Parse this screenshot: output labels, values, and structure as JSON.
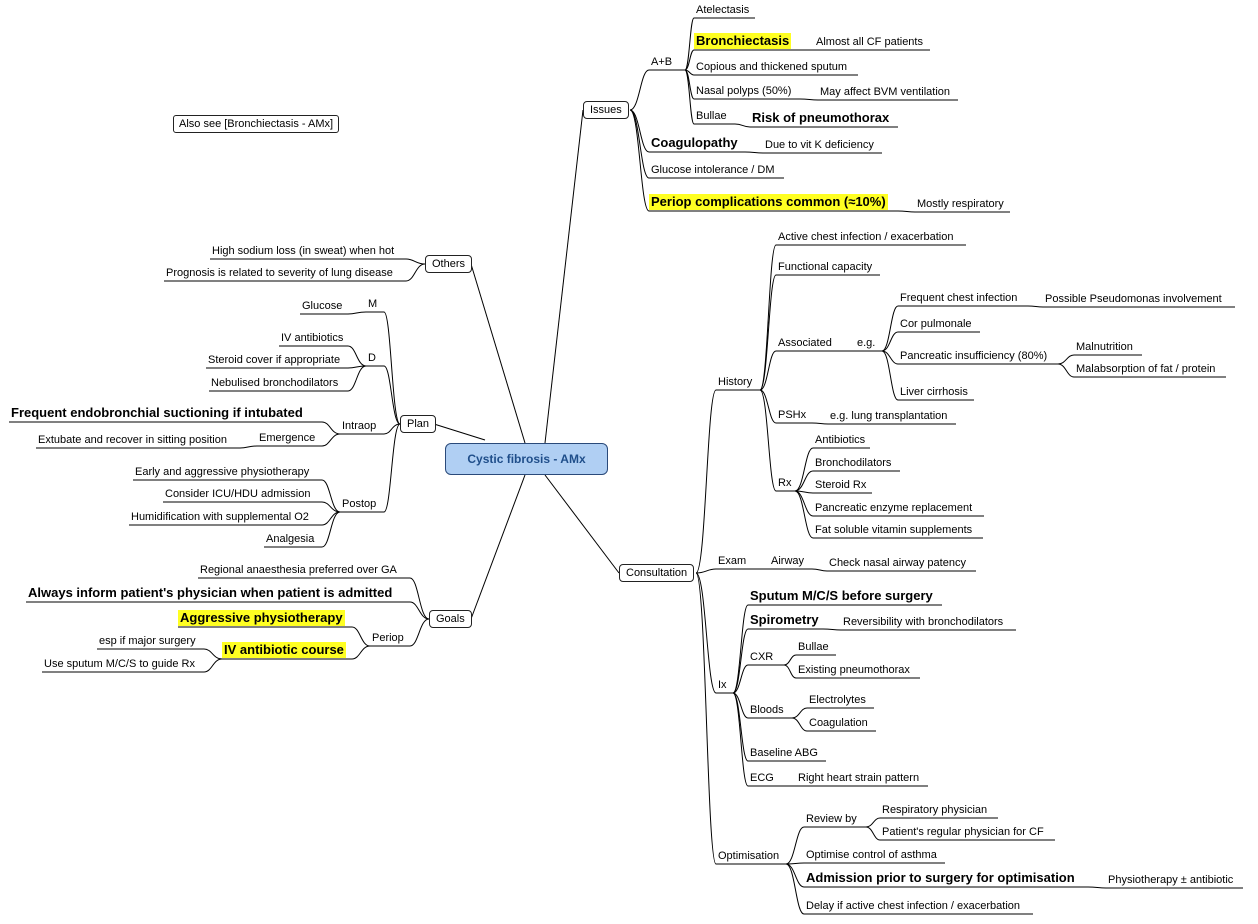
{
  "center": "Cystic fibrosis - AMx",
  "note": "Also see [Bronchiectasis - AMx]",
  "nodes": {
    "issues": "Issues",
    "ab": "A+B",
    "atelectasis": "Atelectasis",
    "bronchiectasis": "Bronchiectasis",
    "almost_all": "Almost all CF patients",
    "sputum": "Copious and thickened sputum",
    "polyps": "Nasal polyps (50%)",
    "bvm": "May affect BVM ventilation",
    "bullae": "Bullae",
    "pneumo_risk": "Risk of pneumothorax",
    "coagulopathy": "Coagulopathy",
    "vitk": "Due to vit K deficiency",
    "glucose_int": "Glucose intolerance / DM",
    "periop_comp": "Periop complications common (≈10%)",
    "mostly_resp": "Mostly respiratory",
    "consultation": "Consultation",
    "history": "History",
    "active_infection": "Active chest infection / exacerbation",
    "functional": "Functional capacity",
    "associated": "Associated",
    "eg": "e.g.",
    "freq_infection": "Frequent chest infection",
    "pseudomonas": "Possible Pseudomonas involvement",
    "cor_pulm": "Cor pulmonale",
    "pancreatic": "Pancreatic insufficiency (80%)",
    "malnutrition": "Malnutrition",
    "malabsorption": "Malabsorption of fat / protein",
    "cirrhosis": "Liver cirrhosis",
    "pshx": "PSHx",
    "lung_tx": "e.g. lung transplantation",
    "rx": "Rx",
    "antibiotics": "Antibiotics",
    "bronchodilators": "Bronchodilators",
    "steroid_rx": "Steroid Rx",
    "enzyme": "Pancreatic enzyme replacement",
    "vitamins": "Fat soluble vitamin supplements",
    "exam": "Exam",
    "airway": "Airway",
    "nasal_patency": "Check nasal airway patency",
    "ix": "Ix",
    "sputum_mcs": "Sputum M/C/S before surgery",
    "spirometry": "Spirometry",
    "reversibility": "Reversibility with bronchodilators",
    "cxr": "CXR",
    "cxr_bullae": "Bullae",
    "existing_pneumo": "Existing pneumothorax",
    "bloods": "Bloods",
    "electrolytes": "Electrolytes",
    "coagulation": "Coagulation",
    "abg": "Baseline ABG",
    "ecg": "ECG",
    "rh_strain": "Right heart strain pattern",
    "optimisation": "Optimisation",
    "review_by": "Review by",
    "resp_phys": "Respiratory physician",
    "regular_phys": "Patient's regular physician for CF",
    "asthma": "Optimise control of asthma",
    "admission": "Admission prior to surgery for optimisation",
    "physio_abx": "Physiotherapy ± antibiotic",
    "delay": "Delay if active chest infection / exacerbation",
    "others": "Others",
    "sodium": "High sodium loss (in sweat) when hot",
    "prognosis": "Prognosis is related to severity of lung disease",
    "plan": "Plan",
    "m": "M",
    "plan_glucose": "Glucose",
    "d": "D",
    "iv_abx": "IV antibiotics",
    "steroid_cover": "Steroid cover if appropriate",
    "nebulised": "Nebulised bronchodilators",
    "intraop": "Intraop",
    "suctioning": "Frequent endobronchial suctioning if intubated",
    "emergence": "Emergence",
    "extubate": "Extubate and recover in sitting position",
    "postop": "Postop",
    "early_physio": "Early and aggressive physiotherapy",
    "icu": "Consider ICU/HDU admission",
    "humid": "Humidification with supplemental O2",
    "analgesia": "Analgesia",
    "goals": "Goals",
    "regional": "Regional anaesthesia preferred over GA",
    "inform": "Always inform patient's physician when patient is admitted",
    "periop": "Periop",
    "aggr_physio": "Aggressive physiotherapy",
    "iv_course": "IV antibiotic course",
    "major_surgery": "esp if major surgery",
    "use_sputum": "Use sputum M/C/S to guide Rx"
  },
  "colors": {
    "center_fill": "#b0cff3",
    "center_text": "#1f4e8a",
    "highlight": "#ffff22"
  }
}
